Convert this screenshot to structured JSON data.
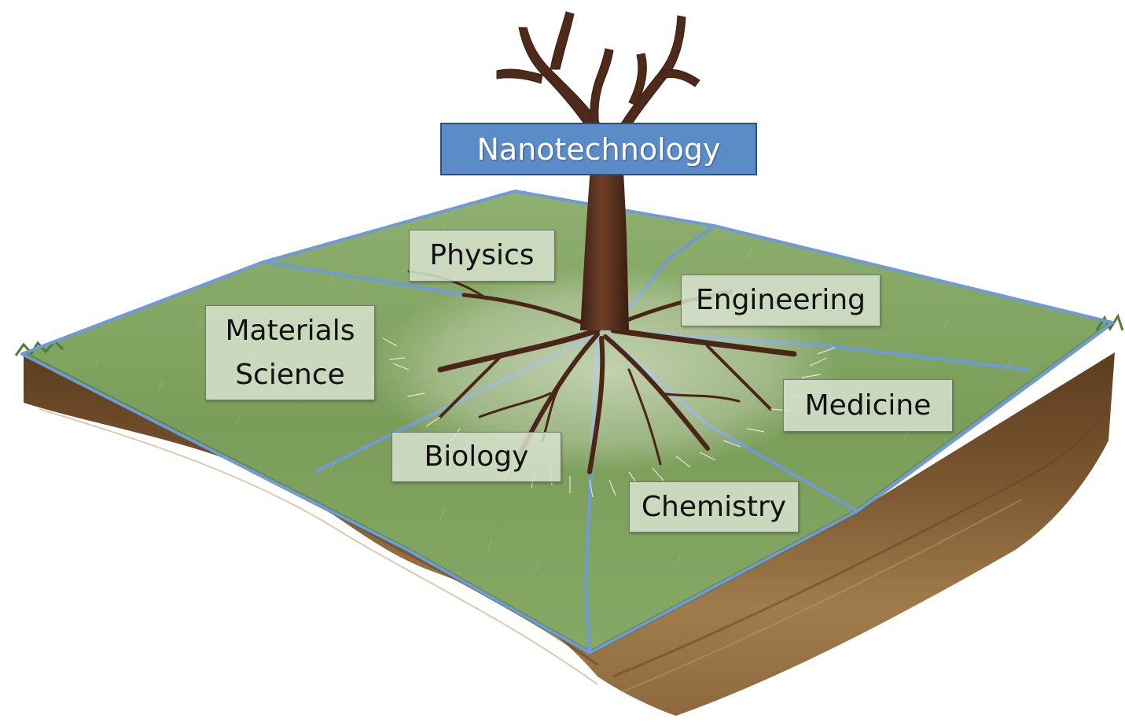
{
  "diagram": {
    "title": "Nanotechnology",
    "fields": [
      {
        "id": "physics",
        "label": "Physics"
      },
      {
        "id": "engineering",
        "label": "Engineering"
      },
      {
        "id": "materials-science",
        "label": "Materials\nScience"
      },
      {
        "id": "medicine",
        "label": "Medicine"
      },
      {
        "id": "biology",
        "label": "Biology"
      },
      {
        "id": "chemistry",
        "label": "Chemistry"
      }
    ],
    "colors": {
      "grass": "#7fa25e",
      "grass_dark": "#4f7a34",
      "plot_border": "#6f9ad6",
      "soil_top": "#6b4a28",
      "soil_bottom": "#a88455",
      "trunk": "#5a3220",
      "title_fill": "#5b8cc8"
    }
  }
}
